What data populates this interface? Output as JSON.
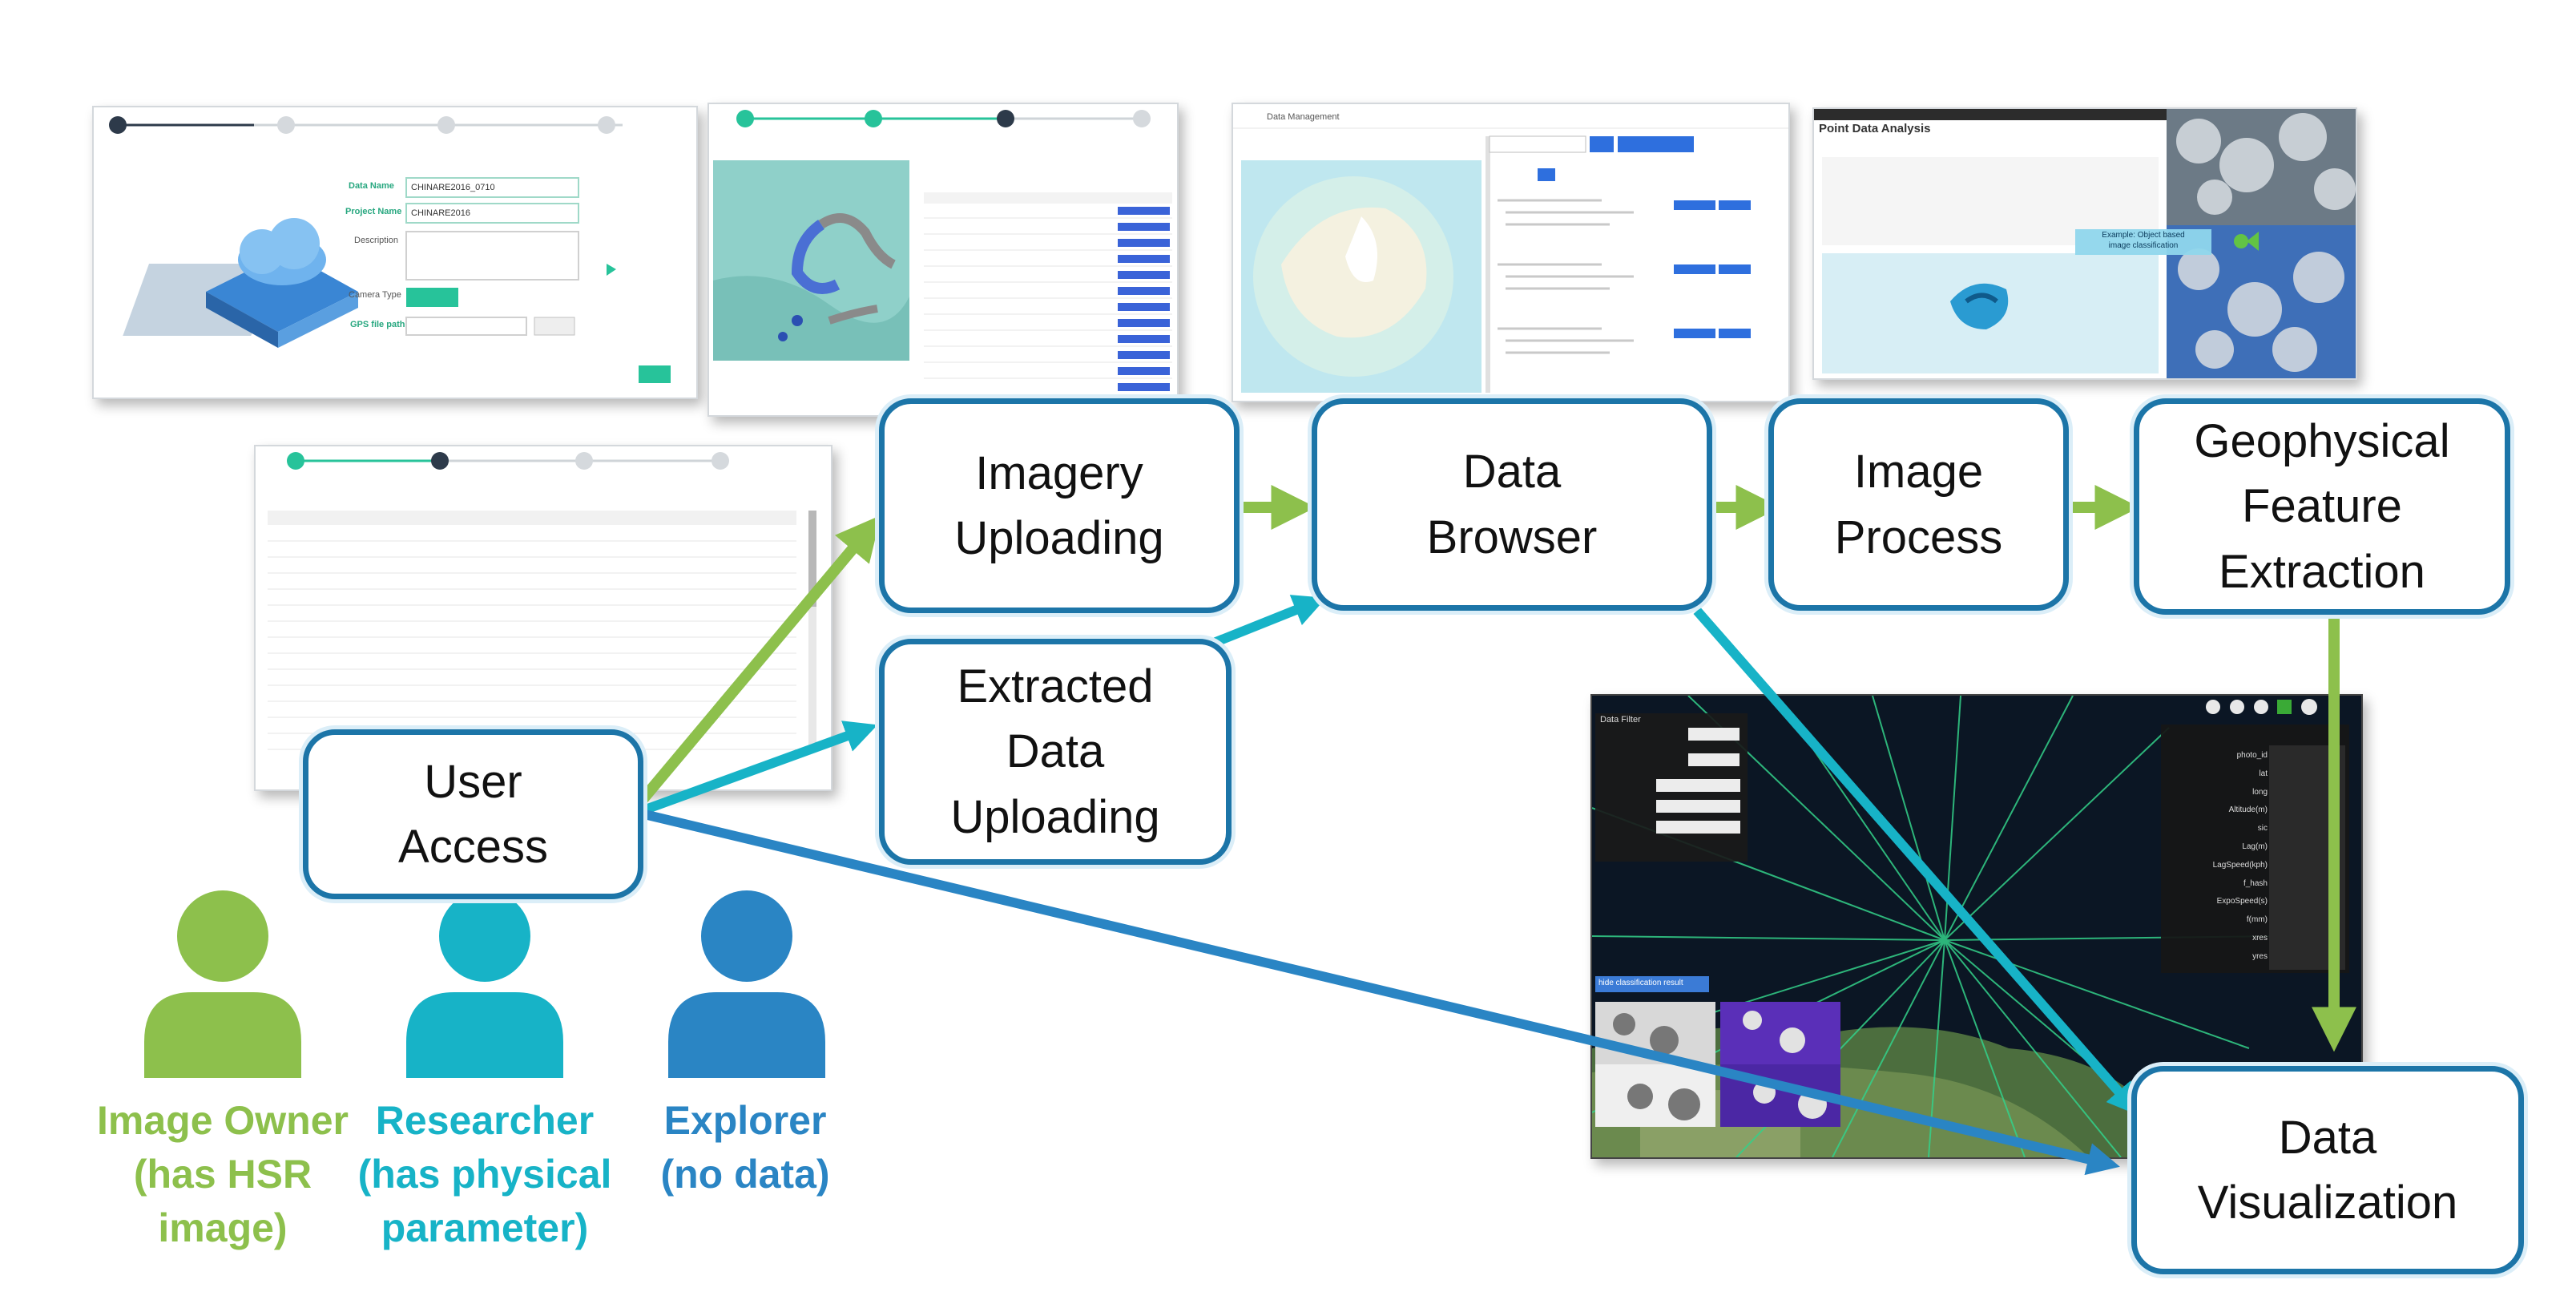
{
  "nodes": {
    "imagery_uploading": "Imagery\nUploading",
    "data_browser": "Data\nBrowser",
    "image_process": "Image\nProcess",
    "geophysical": "Geophysical\nFeature\nExtraction",
    "extracted_upload": "Extracted\nData\nUploading",
    "user_access": "User\nAccess",
    "data_visualization": "Data\nVisualization"
  },
  "roles": [
    {
      "id": "image-owner",
      "label": "Image Owner\n(has HSR\nimage)",
      "color": "#8dc04c"
    },
    {
      "id": "researcher",
      "label": "Researcher\n(has physical\nparameter)",
      "color": "#17b3c7"
    },
    {
      "id": "explorer",
      "label": "Explorer\n(no data)",
      "color": "#2a85c4"
    }
  ],
  "screenshots": {
    "upload_form": {
      "fields": [
        "Data Name",
        "Project Name",
        "Description",
        "Camera Type",
        "GPS file path"
      ],
      "values": [
        "CHINARE2016_0710",
        "CHINARE2016"
      ]
    },
    "data_management": {
      "title": "Data Management"
    },
    "point_analysis": {
      "title": "Point Data Analysis",
      "callout": "Example: Object based\nimage classification"
    },
    "visualization": {
      "panel_title": "Data Filter",
      "info_rows": [
        "photo_id",
        "lat",
        "long",
        "Altitude(m)",
        "sic",
        "Lag(m)",
        "LagSpeed(kph)",
        "f_hash",
        "ExpoSpeed(s)",
        "f(mm)",
        "xres",
        "yres"
      ],
      "button": "hide classification result"
    }
  },
  "colors": {
    "green": "#8dc04c",
    "teal": "#17b3c7",
    "blue": "#2a85c4",
    "node_border": "#1c75a8"
  }
}
